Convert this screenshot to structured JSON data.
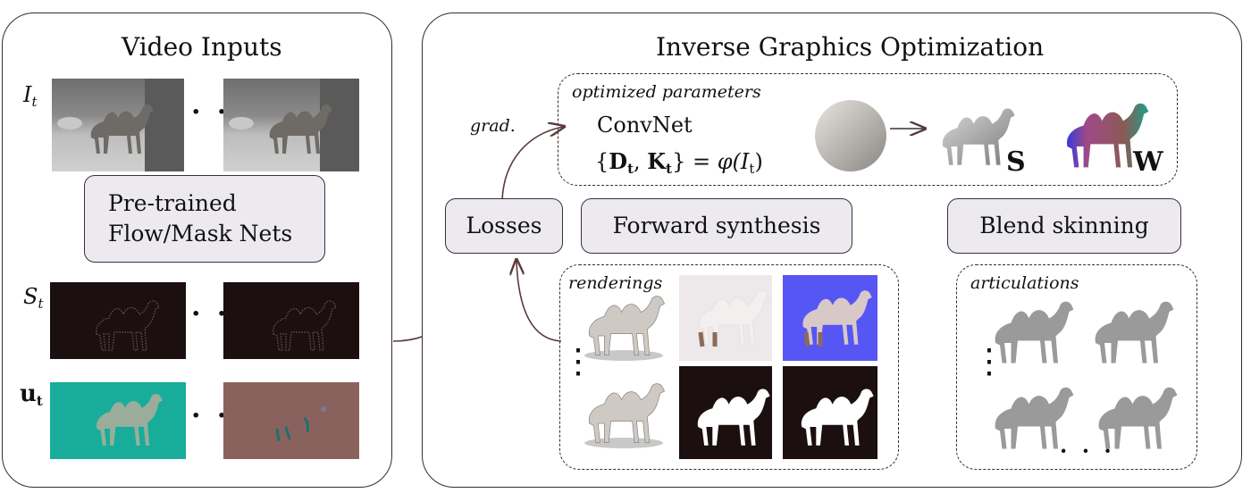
{
  "video_inputs": {
    "title": "Video Inputs",
    "row_labels": {
      "image": "I",
      "image_sub": "t",
      "mask": "S",
      "mask_sub": "t",
      "flow": "u",
      "flow_sub": "t"
    },
    "pretrained_box": {
      "line1": "Pre-trained",
      "line2": "Flow/Mask Nets"
    },
    "ellipsis": "· · ·"
  },
  "optimization": {
    "title": "Inverse Graphics Optimization",
    "params_label": "optimized parameters",
    "convnet": "ConvNet",
    "equation": {
      "lhs_open": "{",
      "D": "D",
      "D_sub": "t",
      "comma": ", ",
      "K": "K",
      "K_sub": "t",
      "lhs_close": "}",
      "eq": " = ",
      "rhs": "φ(I",
      "rhs_sub": "t",
      "rhs_close": ")"
    },
    "shape_label": "S",
    "weights_label": "W",
    "grad_label": "grad.",
    "losses": "Losses",
    "forward_synthesis": "Forward synthesis",
    "blend_skinning": "Blend skinning",
    "renderings_label": "renderings",
    "articulations_label": "articulations",
    "vertical_dots": "⋮",
    "bottom_ellipsis": "· · ·"
  },
  "colors": {
    "box_fill": "#eceaef",
    "mask_bg": "#1c0f0f",
    "flow_teal": "#17ad9a",
    "flow_brown": "#8a625d",
    "render_blue": "#5656f5",
    "articulation_gray": "#9a9a9a"
  },
  "icons": [
    "camel-photo",
    "camel-mask",
    "camel-flow",
    "sphere",
    "camel-mesh",
    "camel-weights",
    "camel-render",
    "camel-silhouette",
    "camel-articulation"
  ]
}
